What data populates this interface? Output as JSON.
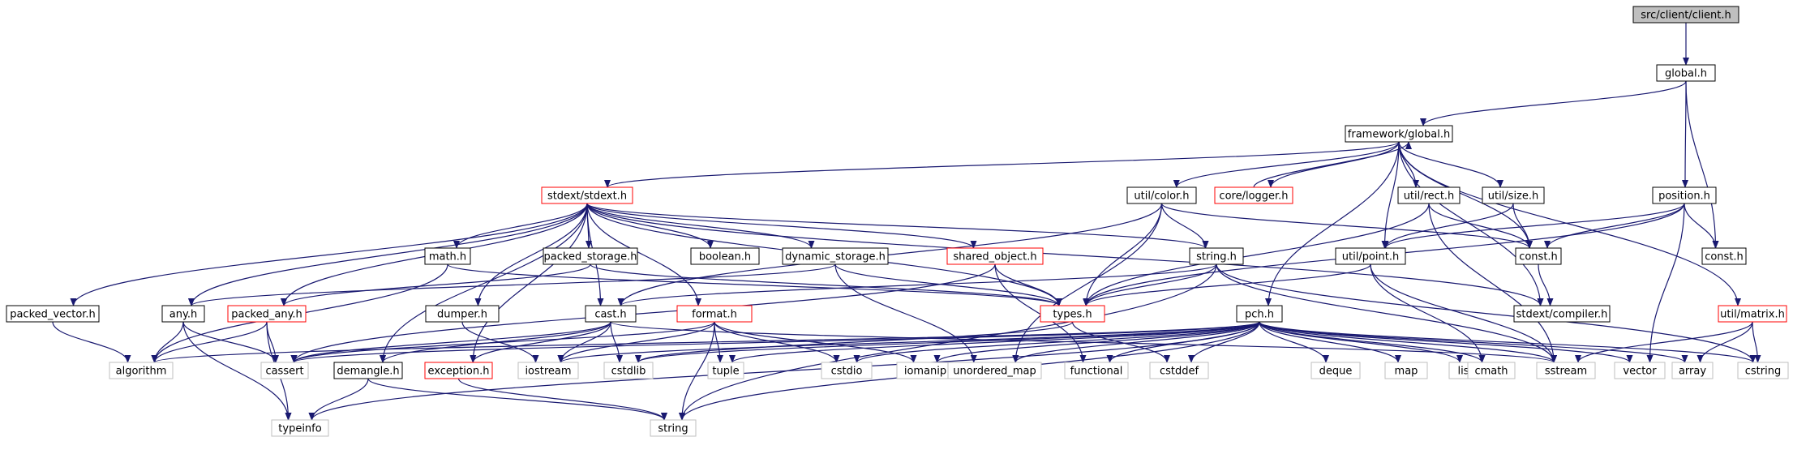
{
  "nodes": {
    "client": {
      "label": "src/client/client.h",
      "style": "root"
    },
    "global": {
      "label": "global.h",
      "style": "normal"
    },
    "fw_global": {
      "label": "framework/global.h",
      "style": "normal"
    },
    "position": {
      "label": "position.h",
      "style": "normal"
    },
    "const_top": {
      "label": "const.h",
      "style": "normal"
    },
    "stdext": {
      "label": "stdext/stdext.h",
      "style": "truncated"
    },
    "util_color": {
      "label": "util/color.h",
      "style": "normal"
    },
    "core_logger": {
      "label": "core/logger.h",
      "style": "truncated"
    },
    "util_rect": {
      "label": "util/rect.h",
      "style": "normal"
    },
    "util_size": {
      "label": "util/size.h",
      "style": "normal"
    },
    "util_matrix": {
      "label": "util/matrix.h",
      "style": "truncated"
    },
    "math": {
      "label": "math.h",
      "style": "normal"
    },
    "packed_storage": {
      "label": "packed_storage.h",
      "style": "normal"
    },
    "boolean": {
      "label": "boolean.h",
      "style": "normal"
    },
    "dynamic_storage": {
      "label": "dynamic_storage.h",
      "style": "normal"
    },
    "shared_object": {
      "label": "shared_object.h",
      "style": "truncated"
    },
    "string_h": {
      "label": "string.h",
      "style": "normal"
    },
    "util_point": {
      "label": "util/point.h",
      "style": "normal"
    },
    "const_mid": {
      "label": "const.h",
      "style": "normal"
    },
    "packed_vector": {
      "label": "packed_vector.h",
      "style": "normal"
    },
    "any": {
      "label": "any.h",
      "style": "normal"
    },
    "packed_any": {
      "label": "packed_any.h",
      "style": "truncated"
    },
    "dumper": {
      "label": "dumper.h",
      "style": "normal"
    },
    "cast": {
      "label": "cast.h",
      "style": "normal"
    },
    "format": {
      "label": "format.h",
      "style": "truncated"
    },
    "types": {
      "label": "types.h",
      "style": "truncated"
    },
    "pch": {
      "label": "pch.h",
      "style": "normal"
    },
    "compiler": {
      "label": "stdext/compiler.h",
      "style": "normal"
    },
    "algorithm": {
      "label": "algorithm",
      "style": "system"
    },
    "cassert": {
      "label": "cassert",
      "style": "system"
    },
    "demangle": {
      "label": "demangle.h",
      "style": "normal"
    },
    "exception": {
      "label": "exception.h",
      "style": "truncated"
    },
    "iostream": {
      "label": "iostream",
      "style": "system"
    },
    "cstdlib": {
      "label": "cstdlib",
      "style": "system"
    },
    "tuple": {
      "label": "tuple",
      "style": "system"
    },
    "cstdio": {
      "label": "cstdio",
      "style": "system"
    },
    "iomanip": {
      "label": "iomanip",
      "style": "system"
    },
    "unordered_map": {
      "label": "unordered_map",
      "style": "system"
    },
    "functional": {
      "label": "functional",
      "style": "system"
    },
    "cstddef": {
      "label": "cstddef",
      "style": "system"
    },
    "deque": {
      "label": "deque",
      "style": "system"
    },
    "map": {
      "label": "map",
      "style": "system"
    },
    "list": {
      "label": "list",
      "style": "system"
    },
    "cmath": {
      "label": "cmath",
      "style": "system"
    },
    "sstream": {
      "label": "sstream",
      "style": "system"
    },
    "vector": {
      "label": "vector",
      "style": "system"
    },
    "array": {
      "label": "array",
      "style": "system"
    },
    "cstring": {
      "label": "cstring",
      "style": "system"
    },
    "typeinfo": {
      "label": "typeinfo",
      "style": "system"
    },
    "string_std": {
      "label": "string",
      "style": "system"
    }
  },
  "edges": [
    [
      "client",
      "global"
    ],
    [
      "global",
      "fw_global"
    ],
    [
      "global",
      "position"
    ],
    [
      "global",
      "const_top"
    ],
    [
      "position",
      "const_mid"
    ],
    [
      "position",
      "util_point"
    ],
    [
      "position",
      "types"
    ],
    [
      "position",
      "vector"
    ],
    [
      "position",
      "const_top"
    ],
    [
      "fw_global",
      "stdext"
    ],
    [
      "fw_global",
      "util_color"
    ],
    [
      "fw_global",
      "core_logger"
    ],
    [
      "fw_global",
      "util_rect"
    ],
    [
      "fw_global",
      "util_size"
    ],
    [
      "fw_global",
      "util_point"
    ],
    [
      "fw_global",
      "const_mid"
    ],
    [
      "fw_global",
      "compiler"
    ],
    [
      "fw_global",
      "pch"
    ],
    [
      "fw_global",
      "util_matrix"
    ],
    [
      "core_logger",
      "fw_global"
    ],
    [
      "stdext",
      "math"
    ],
    [
      "stdext",
      "packed_storage"
    ],
    [
      "stdext",
      "boolean"
    ],
    [
      "stdext",
      "dynamic_storage"
    ],
    [
      "stdext",
      "shared_object"
    ],
    [
      "stdext",
      "string_h"
    ],
    [
      "stdext",
      "types"
    ],
    [
      "stdext",
      "cast"
    ],
    [
      "stdext",
      "format"
    ],
    [
      "stdext",
      "demangle"
    ],
    [
      "stdext",
      "exception"
    ],
    [
      "stdext",
      "dumper"
    ],
    [
      "stdext",
      "any"
    ],
    [
      "stdext",
      "packed_any"
    ],
    [
      "stdext",
      "packed_vector"
    ],
    [
      "stdext",
      "compiler"
    ],
    [
      "util_color",
      "string_h"
    ],
    [
      "util_color",
      "types"
    ],
    [
      "util_color",
      "cast"
    ],
    [
      "util_color",
      "unordered_map"
    ],
    [
      "util_color",
      "const_mid"
    ],
    [
      "util_rect",
      "types"
    ],
    [
      "util_rect",
      "const_mid"
    ],
    [
      "util_rect",
      "sstream"
    ],
    [
      "util_size",
      "util_point"
    ],
    [
      "util_size",
      "const_mid"
    ],
    [
      "util_matrix",
      "array"
    ],
    [
      "util_matrix",
      "cstring"
    ],
    [
      "util_matrix",
      "sstream"
    ],
    [
      "math",
      "algorithm"
    ],
    [
      "math",
      "types"
    ],
    [
      "packed_storage",
      "packed_any"
    ],
    [
      "packed_storage",
      "types"
    ],
    [
      "dynamic_storage",
      "any"
    ],
    [
      "dynamic_storage",
      "types"
    ],
    [
      "dynamic_storage",
      "unordered_map"
    ],
    [
      "shared_object",
      "types"
    ],
    [
      "shared_object",
      "functional"
    ],
    [
      "shared_object",
      "cassert"
    ],
    [
      "string_h",
      "types"
    ],
    [
      "string_h",
      "cast"
    ],
    [
      "string_h",
      "string_std"
    ],
    [
      "string_h",
      "sstream"
    ],
    [
      "string_h",
      "cstring"
    ],
    [
      "util_point",
      "types"
    ],
    [
      "util_point",
      "cmath"
    ],
    [
      "util_point",
      "sstream"
    ],
    [
      "const_mid",
      "compiler"
    ],
    [
      "packed_vector",
      "algorithm"
    ],
    [
      "any",
      "algorithm"
    ],
    [
      "any",
      "cassert"
    ],
    [
      "any",
      "typeinfo"
    ],
    [
      "packed_any",
      "algorithm"
    ],
    [
      "packed_any",
      "cassert"
    ],
    [
      "packed_any",
      "typeinfo"
    ],
    [
      "dumper",
      "iostream"
    ],
    [
      "cast",
      "demangle"
    ],
    [
      "cast",
      "exception"
    ],
    [
      "cast",
      "iostream"
    ],
    [
      "cast",
      "cstdlib"
    ],
    [
      "cast",
      "cassert"
    ],
    [
      "cast",
      "sstream"
    ],
    [
      "format",
      "tuple"
    ],
    [
      "format",
      "cstdio"
    ],
    [
      "format",
      "iomanip"
    ],
    [
      "format",
      "string_std"
    ],
    [
      "format",
      "iostream"
    ],
    [
      "format",
      "cassert"
    ],
    [
      "types",
      "cstddef"
    ],
    [
      "types",
      "cstdlib"
    ],
    [
      "pch",
      "algorithm"
    ],
    [
      "pch",
      "cassert"
    ],
    [
      "pch",
      "iostream"
    ],
    [
      "pch",
      "cstdlib"
    ],
    [
      "pch",
      "tuple"
    ],
    [
      "pch",
      "cstdio"
    ],
    [
      "pch",
      "iomanip"
    ],
    [
      "pch",
      "unordered_map"
    ],
    [
      "pch",
      "functional"
    ],
    [
      "pch",
      "cstddef"
    ],
    [
      "pch",
      "deque"
    ],
    [
      "pch",
      "map"
    ],
    [
      "pch",
      "list"
    ],
    [
      "pch",
      "cmath"
    ],
    [
      "pch",
      "sstream"
    ],
    [
      "pch",
      "vector"
    ],
    [
      "pch",
      "array"
    ],
    [
      "pch",
      "cstring"
    ],
    [
      "pch",
      "typeinfo"
    ],
    [
      "pch",
      "string_std"
    ],
    [
      "demangle",
      "typeinfo"
    ],
    [
      "demangle",
      "string_std"
    ],
    [
      "exception",
      "string_std"
    ]
  ],
  "colors": {
    "edge": "#191970",
    "normal_border": "#000000",
    "truncated_border": "#ff0000",
    "system_border": "#bfbfbf",
    "root_fill": "#bfbfbf",
    "text": "#000000",
    "system_text": "#000000"
  }
}
